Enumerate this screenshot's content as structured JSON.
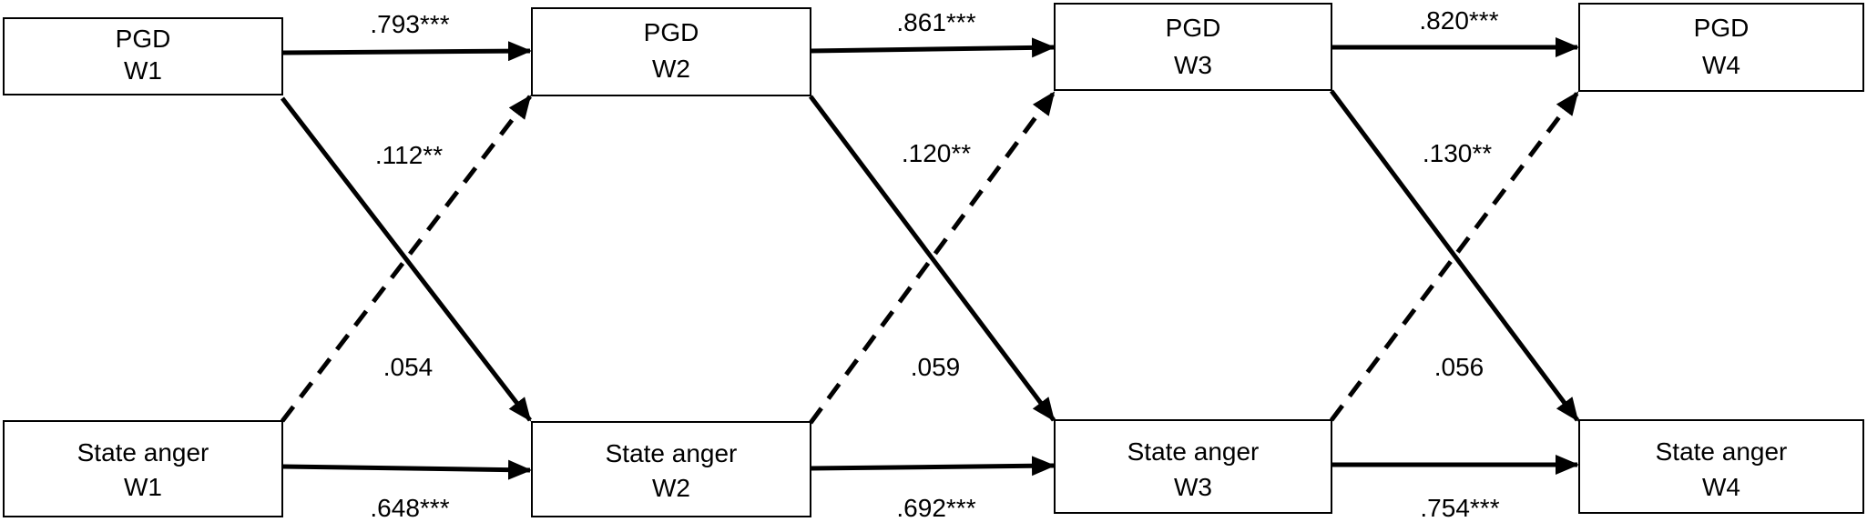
{
  "nodes": {
    "pgd_w1": {
      "line1": "PGD",
      "line2": "W1"
    },
    "pgd_w2": {
      "line1": "PGD",
      "line2": "W2"
    },
    "pgd_w3": {
      "line1": "PGD",
      "line2": "W3"
    },
    "pgd_w4": {
      "line1": "PGD",
      "line2": "W4"
    },
    "anger_w1": {
      "line1": "State anger",
      "line2": "W1"
    },
    "anger_w2": {
      "line1": "State anger",
      "line2": "W2"
    },
    "anger_w3": {
      "line1": "State anger",
      "line2": "W3"
    },
    "anger_w4": {
      "line1": "State anger",
      "line2": "W4"
    }
  },
  "edges": {
    "pgd_w1_to_pgd_w2": {
      "label": ".793***",
      "style": "solid"
    },
    "pgd_w2_to_pgd_w3": {
      "label": ".861***",
      "style": "solid"
    },
    "pgd_w3_to_pgd_w4": {
      "label": ".820***",
      "style": "solid"
    },
    "anger_w1_to_anger_w2": {
      "label": ".648***",
      "style": "solid"
    },
    "anger_w2_to_anger_w3": {
      "label": ".692***",
      "style": "solid"
    },
    "anger_w3_to_anger_w4": {
      "label": ".754***",
      "style": "solid"
    },
    "pgd_w1_to_anger_w2": {
      "label": ".112**",
      "style": "solid"
    },
    "pgd_w2_to_anger_w3": {
      "label": ".120**",
      "style": "solid"
    },
    "pgd_w3_to_anger_w4": {
      "label": ".130**",
      "style": "solid"
    },
    "anger_w1_to_pgd_w2": {
      "label": ".054",
      "style": "dashed"
    },
    "anger_w2_to_pgd_w3": {
      "label": ".059",
      "style": "dashed"
    },
    "anger_w3_to_pgd_w4": {
      "label": ".056",
      "style": "dashed"
    }
  }
}
